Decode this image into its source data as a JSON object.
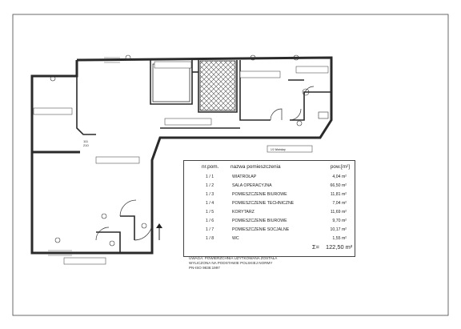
{
  "legend": {
    "header_nr": "nr.pom.",
    "header_name": "nazwa pomieszczenia",
    "header_area": "pow.[m²]",
    "rows": [
      {
        "nr": "1 / 1",
        "name": "WIATROŁAP",
        "area": "4,04 m²"
      },
      {
        "nr": "1 / 2",
        "name": "SALA OPERACYJNA",
        "area": "66,50 m²"
      },
      {
        "nr": "1 / 3",
        "name": "POMIESZCZENIE BIUROWE",
        "area": "11,81 m²"
      },
      {
        "nr": "1 / 4",
        "name": "POMIESZCZENIE TECHNICZNE",
        "area": "7,04 m²"
      },
      {
        "nr": "1 / 5",
        "name": "KORYTARZ",
        "area": "11,69 m²"
      },
      {
        "nr": "1 / 6",
        "name": "POMIESZCZENIE BIUROWE",
        "area": "9,70 m²"
      },
      {
        "nr": "1 / 7",
        "name": "POMIESZCZENIE SOCJALNE",
        "area": "10,17 m²"
      },
      {
        "nr": "1 / 8",
        "name": "WC",
        "area": "1,55 m²"
      }
    ],
    "sum_symbol": "Σ=",
    "sum_value": "122,50 m²"
  },
  "note": {
    "line1": "UWAGA: POWIERZCHNIA UŻYTKOWANA ZOSTAŁA",
    "line2": "WYLICZONA NA PODSTAWIE POLSKIEJ NORMY",
    "line3": "PN-ISO 9836:1997"
  },
  "plan_labels": {
    "room_tag": "1/1 Wiatrołap",
    "dim_a": "111",
    "dim_b": "210"
  }
}
